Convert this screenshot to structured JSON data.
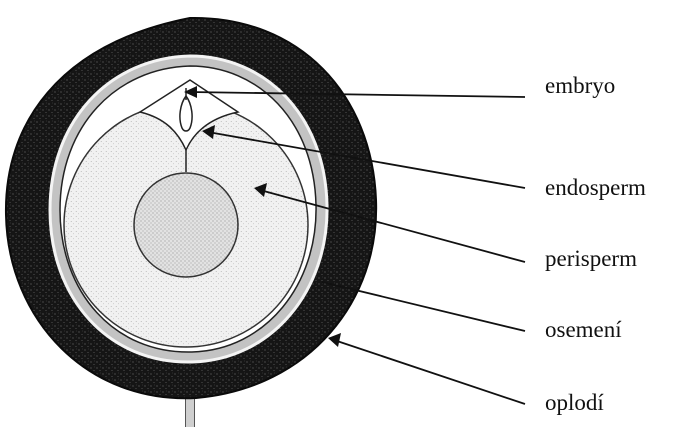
{
  "labels": {
    "embryo": "embryo",
    "endosperm": "endosperm",
    "perisperm": "perisperm",
    "osemeni": "osemení",
    "oplodi": "oplodí"
  },
  "colors": {
    "background": "#ffffff",
    "pericarp": "#121212",
    "seed_coat": "#bdbdbd",
    "perisperm_fill": "#ececec",
    "endosperm_fill": "#d9d9d9",
    "line": "#111111"
  }
}
